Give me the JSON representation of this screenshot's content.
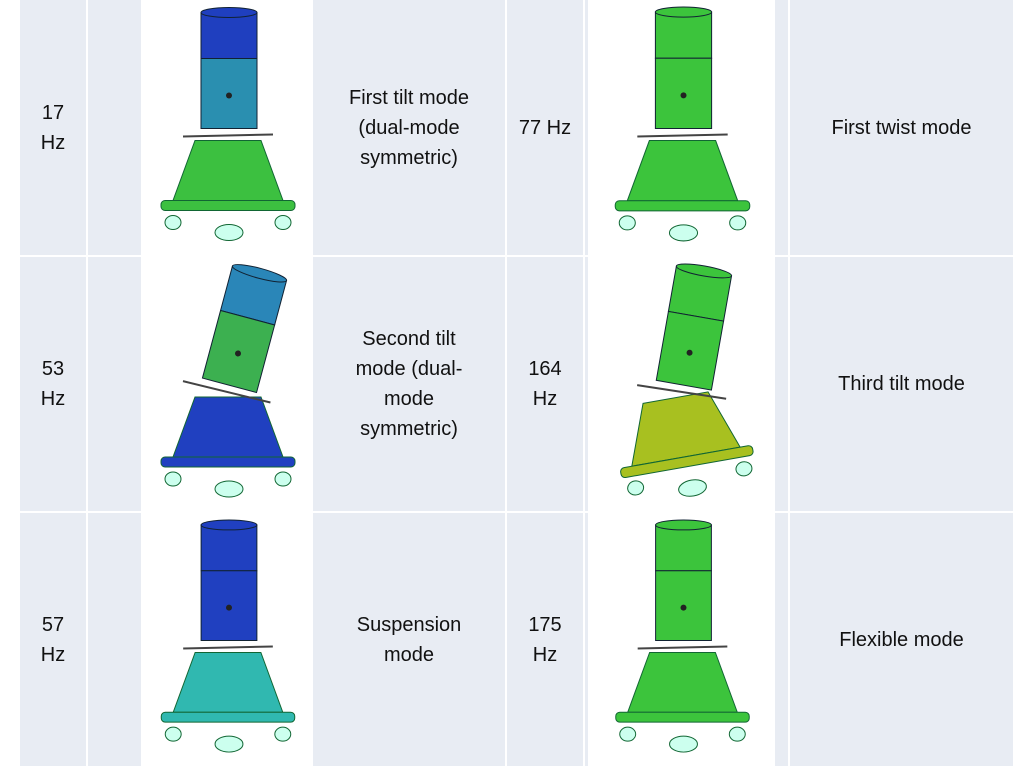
{
  "rows": [
    {
      "freq_left": "17\nHz",
      "mode_left": "First tilt mode (dual-mode symmetric)",
      "freq_right": "77 Hz",
      "mode_right": "First twist mode",
      "left_colors": {
        "top": "#1f3fbf",
        "mid": "#2a8fb0",
        "base": "#3cc040"
      },
      "right_colors": {
        "top": "#3cc43c",
        "base": "#3cc43c"
      }
    },
    {
      "freq_left": "53\nHz",
      "mode_left": "Second tilt mode (dual-mode symmetric)",
      "freq_right": "164\nHz",
      "mode_right": "Third tilt mode",
      "left_colors": {
        "top": "#2a86b8",
        "mid": "#3cb050",
        "base": "#2040c0"
      },
      "right_colors": {
        "top": "#3cc43c",
        "base": "#a8c020"
      }
    },
    {
      "freq_left": "57\nHz",
      "mode_left": "Suspension mode",
      "freq_right": "175\nHz",
      "mode_right": "Flexible mode",
      "left_colors": {
        "top": "#2040c0",
        "mid": "#2040c0",
        "base": "#30b8b0"
      },
      "right_colors": {
        "top": "#3cc43c",
        "base": "#3cc43c"
      }
    }
  ]
}
